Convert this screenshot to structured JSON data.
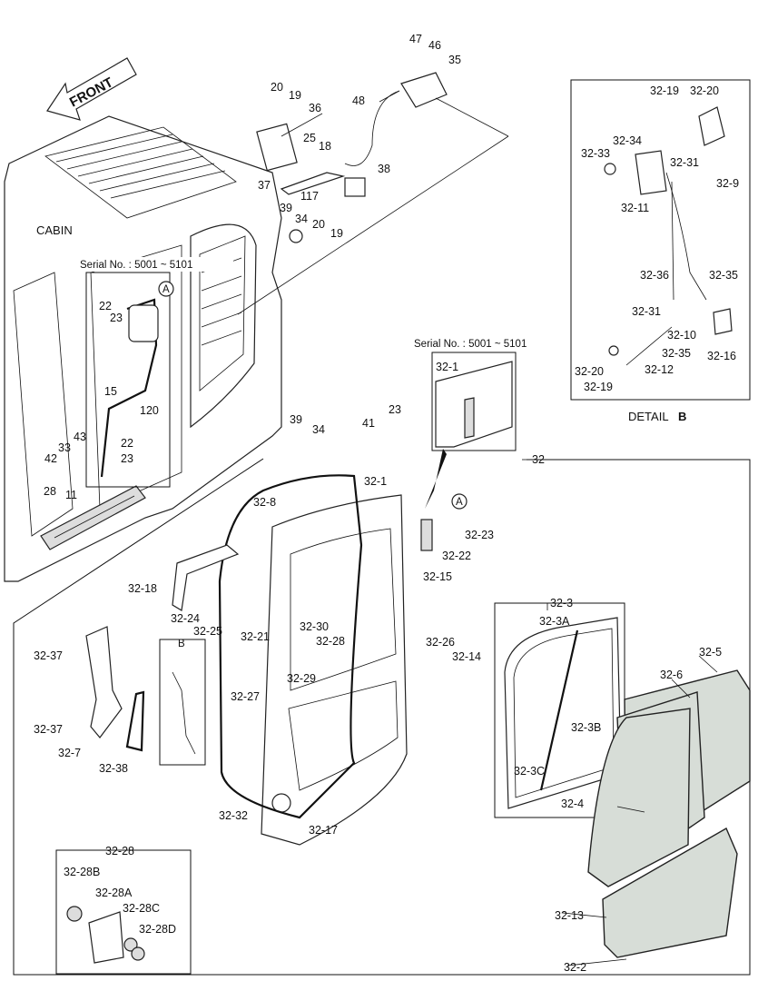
{
  "diagram": {
    "front_label": "FRONT",
    "cabin_label": "CABIN",
    "serial_note_left": "Serial No. : 5001 ~ 5101",
    "serial_note_right": "Serial No. : 5001 ~ 5101",
    "detail_b_title": "DETAIL",
    "detail_b_letter": "B",
    "callout_a_left": "A",
    "callout_a_right": "A",
    "callout_b_box": "B",
    "labels": {
      "p47": "47",
      "p46": "46",
      "p35": "35",
      "p48": "48",
      "p20a": "20",
      "p19a": "19",
      "p36": "36",
      "p25": "25",
      "p18": "18",
      "p38": "38",
      "p37": "37",
      "p117": "117",
      "p39a": "39",
      "p34a": "34",
      "p20b": "20",
      "p19b": "19",
      "p22a": "22",
      "p23a": "23",
      "p15": "15",
      "p120": "120",
      "p22b": "22",
      "p23b": "23",
      "p33": "33",
      "p43": "43",
      "p42": "42",
      "p28": "28",
      "p11": "11",
      "p39b": "39",
      "p34b": "34",
      "p23c": "23",
      "p41": "41",
      "p32_1a": "32-1",
      "p32": "32",
      "p32_1b": "32-1",
      "p32_8": "32-8",
      "p32_23": "32-23",
      "p32_22": "32-22",
      "p32_15": "32-15",
      "p32_18": "32-18",
      "p32_24": "32-24",
      "p32_25": "32-25",
      "p32_37a": "32-37",
      "p32_37b": "32-37",
      "p32_7": "32-7",
      "p32_38": "32-38",
      "p32_21": "32-21",
      "p32_27": "32-27",
      "p32_30": "32-30",
      "p32_28": "32-28",
      "p32_29": "32-29",
      "p32_26": "32-26",
      "p32_14": "32-14",
      "p32_32": "32-32",
      "p32_17": "32-17",
      "p32_3": "32-3",
      "p32_3a": "32-3A",
      "p32_3b": "32-3B",
      "p32_3c": "32-3C",
      "p32_5": "32-5",
      "p32_6": "32-6",
      "p32_4": "32-4",
      "p32_13": "32-13",
      "p32_2": "32-2",
      "p32_28box": "32-28",
      "p32_28b": "32-28B",
      "p32_28a": "32-28A",
      "p32_28c": "32-28C",
      "p32_28d": "32-28D",
      "d32_19a": "32-19",
      "d32_20a": "32-20",
      "d32_33": "32-33",
      "d32_34": "32-34",
      "d32_31a": "32-31",
      "d32_9": "32-9",
      "d32_11": "32-11",
      "d32_36": "32-36",
      "d32_35a": "32-35",
      "d32_31b": "32-31",
      "d32_10": "32-10",
      "d32_35b": "32-35",
      "d32_16": "32-16",
      "d32_20b": "32-20",
      "d32_12": "32-12",
      "d32_19b": "32-19"
    }
  }
}
